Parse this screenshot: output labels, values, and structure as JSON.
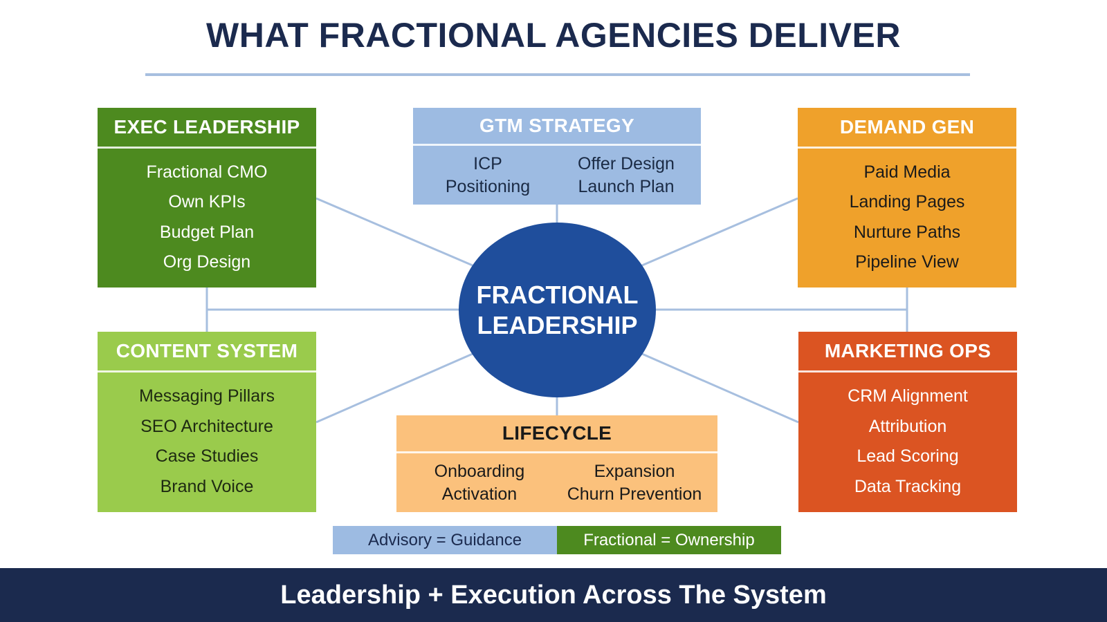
{
  "title": "WHAT FRACTIONAL AGENCIES DELIVER",
  "hub": {
    "line1": "FRACTIONAL",
    "line2": "LEADERSHIP"
  },
  "exec": {
    "title": "EXEC LEADERSHIP",
    "items": [
      "Fractional CMO",
      "Own KPIs",
      "Budget Plan",
      "Org Design"
    ]
  },
  "gtm": {
    "title": "GTM STRATEGY",
    "items": [
      "ICP",
      "Offer Design",
      "Positioning",
      "Launch Plan"
    ]
  },
  "demand": {
    "title": "DEMAND GEN",
    "items": [
      "Paid Media",
      "Landing Pages",
      "Nurture Paths",
      "Pipeline View"
    ]
  },
  "content": {
    "title": "CONTENT SYSTEM",
    "items": [
      "Messaging Pillars",
      "SEO Architecture",
      "Case Studies",
      "Brand Voice"
    ]
  },
  "lifecycle": {
    "title": "LIFECYCLE",
    "items": [
      "Onboarding",
      "Expansion",
      "Activation",
      "Churn Prevention"
    ]
  },
  "mops": {
    "title": "MARKETING OPS",
    "items": [
      "CRM Alignment",
      "Attribution",
      "Lead Scoring",
      "Data Tracking"
    ]
  },
  "legend": {
    "advisory": "Advisory = Guidance",
    "fractional": "Fractional = Ownership"
  },
  "footer": "Leadership + Execution Across The System",
  "colors": {
    "navy": "#1b2a4e",
    "hub": "#1f4e9c",
    "exec": "#4d8a1f",
    "content": "#9acb4c",
    "demand": "#efa12b",
    "mops": "#db5422",
    "gtm": "#9dbbe2",
    "lifecycle": "#fbc17c",
    "connector": "#a7bfdf"
  }
}
